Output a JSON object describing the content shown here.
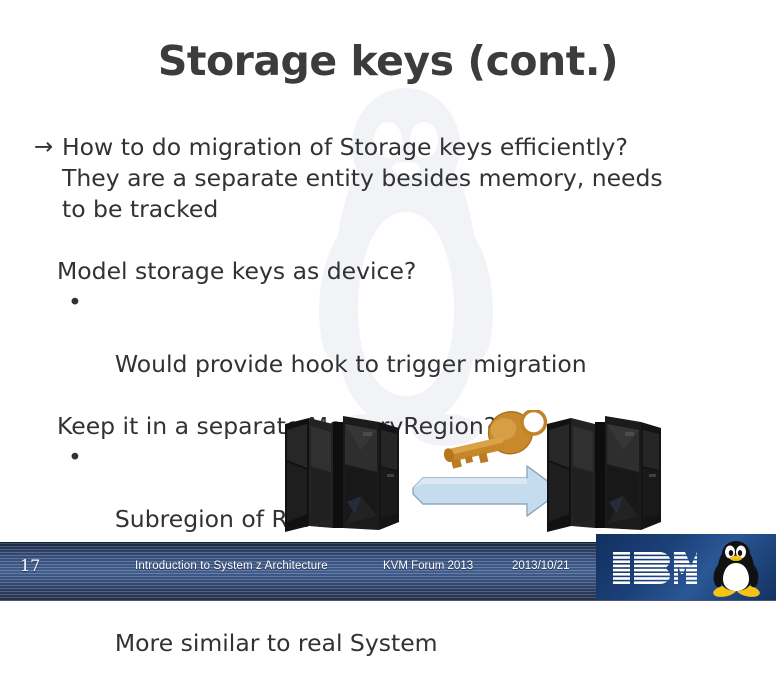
{
  "slide": {
    "title": "Storage keys (cont.)",
    "background_color": "#ffffff",
    "title_color": "#3c3c3c",
    "body_text_color": "#323232",
    "watermark_icon": "tux-penguin-watermark"
  },
  "body": {
    "arrow_glyph": "→",
    "bullet_glyph": "•",
    "arrow_block": {
      "lines": [
        "How to do migration of Storage keys efficiently?",
        "They are a separate entity besides memory, needs",
        "to be tracked"
      ]
    },
    "items": [
      {
        "type": "plain",
        "text": "Model storage keys as device?"
      },
      {
        "type": "bullet",
        "text": "Would provide hook to trigger migration"
      },
      {
        "type": "plain",
        "text": "Keep it in a separate MemoryRegion?"
      },
      {
        "type": "bullet",
        "text": "Subregion of RAM?"
      },
      {
        "type": "bullet",
        "text": "More similar to real System"
      }
    ]
  },
  "graphic": {
    "left_server_icon": "mainframe-server-icon",
    "right_server_icon": "mainframe-server-icon",
    "key_icon": "golden-key-icon",
    "arrow_icon": "right-arrow-icon",
    "arrow_color": "#c5dcee",
    "arrow_border_color": "#8fa8bd",
    "key_color": "#c98a2e",
    "server_color": "#1c1c1c"
  },
  "footer": {
    "page_number": "17",
    "presentation_title": "Introduction to System z Architecture",
    "event": "KVM Forum 2013",
    "date": "2013/10/21",
    "bar_color": "#3c5584",
    "text_color": "#ffffff"
  },
  "logo": {
    "ibm_logo_icon": "ibm-logo",
    "tux_logo_icon": "tux-penguin-logo",
    "panel_color": "#1b4078"
  }
}
